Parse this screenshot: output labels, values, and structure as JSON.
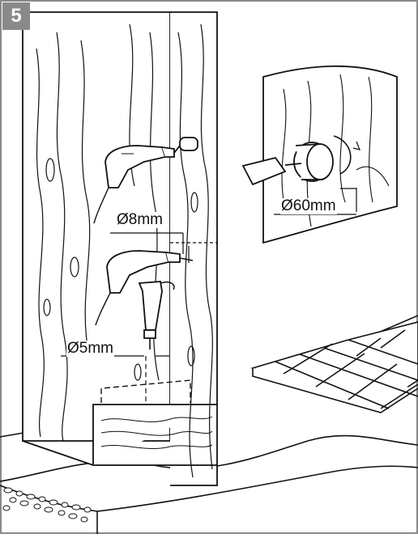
{
  "step": {
    "number": "5",
    "badge_color": "#8a8a8a"
  },
  "dimensions": {
    "drill_8": "Ø8mm",
    "drill_5": "Ø5mm",
    "hole_saw_60": "Ø60mm"
  },
  "icons": [
    "power-drill-icon",
    "angle-drill-icon",
    "hole-saw-icon",
    "wood-panel",
    "floor-tiles",
    "floor-slab"
  ]
}
